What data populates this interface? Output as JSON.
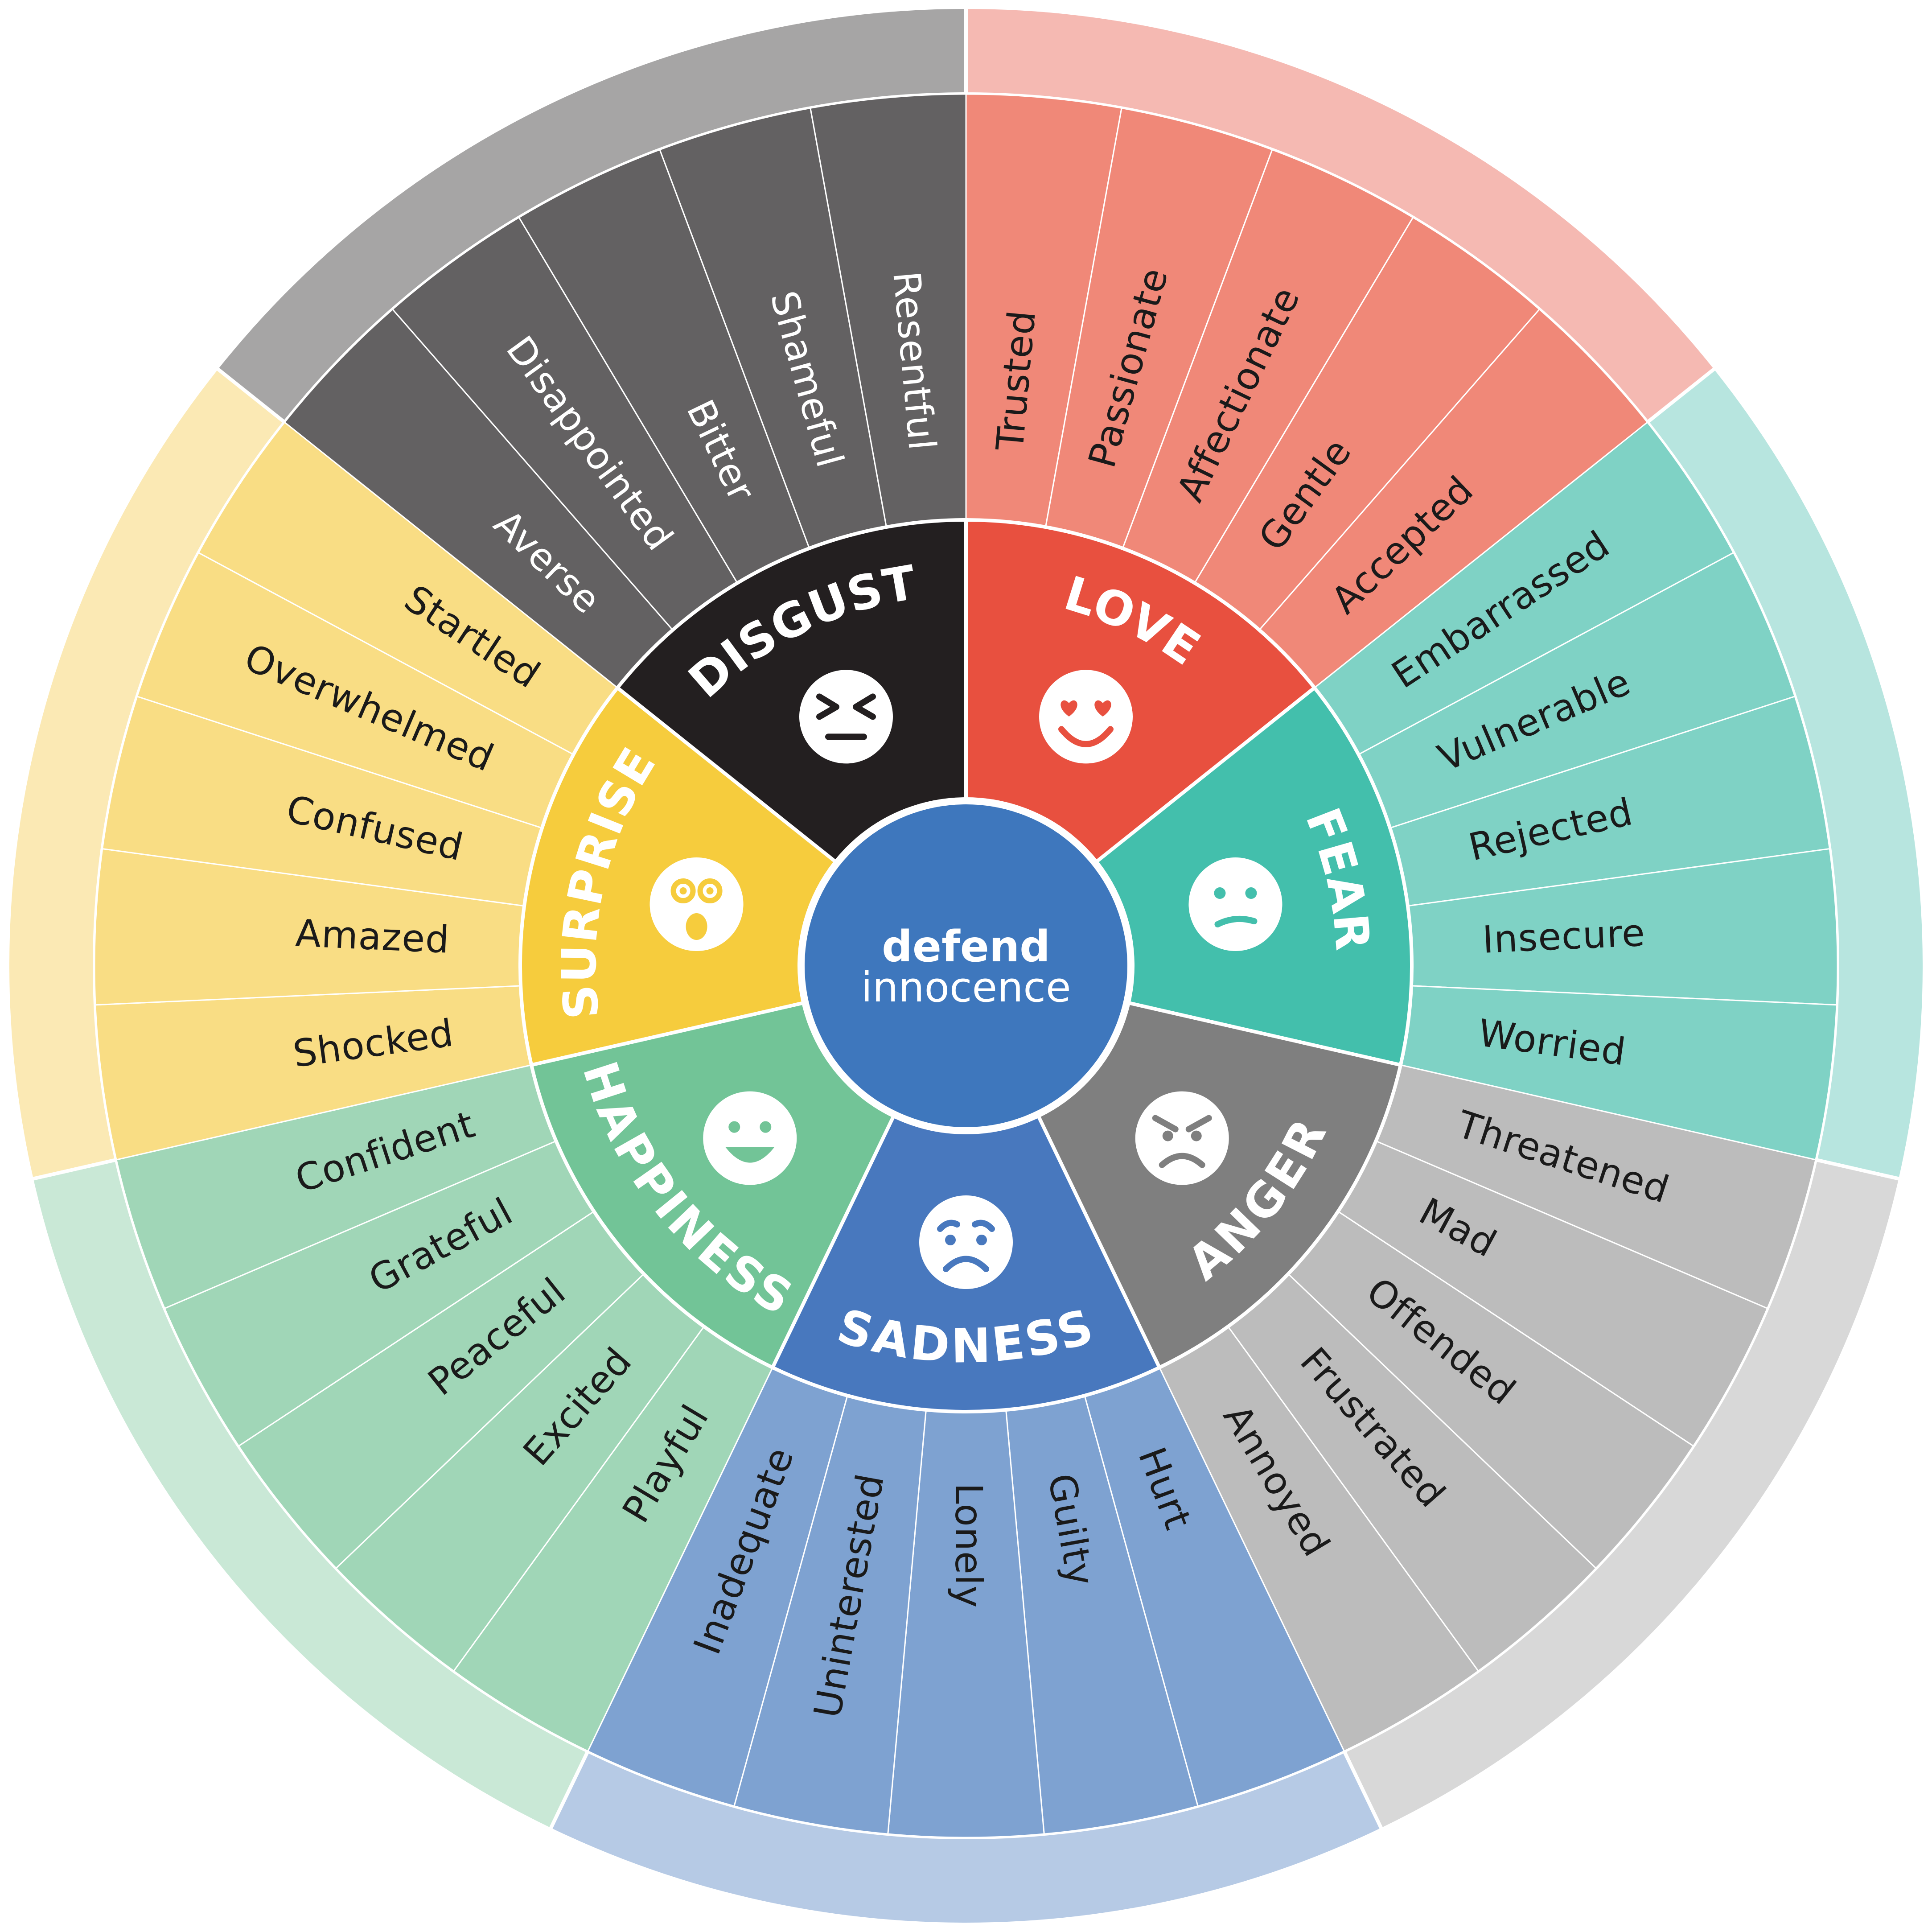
{
  "brand": {
    "line1": "defend",
    "line2": "innocence",
    "color": "#3e77bd"
  },
  "emotions": [
    {
      "name": "LOVE",
      "icon": "heart-eyes-face-icon",
      "colors": {
        "core": "#e8503f",
        "sector": "#f08878",
        "outer": "#f5b9b2",
        "text": "#1a1a1a"
      },
      "feelings": [
        "Trusted",
        "Passionate",
        "Affectionate",
        "Gentle",
        "Accepted"
      ]
    },
    {
      "name": "FEAR",
      "icon": "uneasy-face-icon",
      "colors": {
        "core": "#43bfac",
        "sector": "#7fd2c5",
        "outer": "#b7e5df",
        "text": "#1a1a1a"
      },
      "feelings": [
        "Embarrassed",
        "Vulnerable",
        "Rejected",
        "Insecure",
        "Worried"
      ]
    },
    {
      "name": "ANGER",
      "icon": "angry-face-icon",
      "colors": {
        "core": "#7f7f7f",
        "sector": "#bcbcbc",
        "outer": "#d8d8d8",
        "text": "#1a1a1a"
      },
      "feelings": [
        "Threatened",
        "Mad",
        "Offended",
        "Frustrated",
        "Annoyed"
      ]
    },
    {
      "name": "SADNESS",
      "icon": "sad-face-icon",
      "colors": {
        "core": "#4878be",
        "sector": "#7ea2d1",
        "outer": "#b6cae5",
        "text": "#1a1a1a"
      },
      "feelings": [
        "Hurt",
        "Guilty",
        "Lonely",
        "Uninterested",
        "Inadequate"
      ]
    },
    {
      "name": "HAPPINESS",
      "icon": "smiling-face-icon",
      "colors": {
        "core": "#72c497",
        "sector": "#a0d6b7",
        "outer": "#c9e8d6",
        "text": "#1a1a1a"
      },
      "feelings": [
        "Playful",
        "Excited",
        "Peaceful",
        "Grateful",
        "Confident"
      ]
    },
    {
      "name": "SURPRISE",
      "icon": "astonished-face-icon",
      "colors": {
        "core": "#f6cc3d",
        "sector": "#f9dd84",
        "outer": "#fbe9b4",
        "text": "#1a1a1a"
      },
      "feelings": [
        "Shocked",
        "Amazed",
        "Confused",
        "Overwhelmed",
        "Startled"
      ]
    },
    {
      "name": "DISGUST",
      "icon": "squinting-face-icon",
      "colors": {
        "core": "#231f20",
        "sector": "#636162",
        "outer": "#a6a5a5",
        "text": "#ffffff"
      },
      "feelings": [
        "Averse",
        "Disappointed",
        "Bitter",
        "Shameful",
        "Resentful"
      ]
    }
  ]
}
